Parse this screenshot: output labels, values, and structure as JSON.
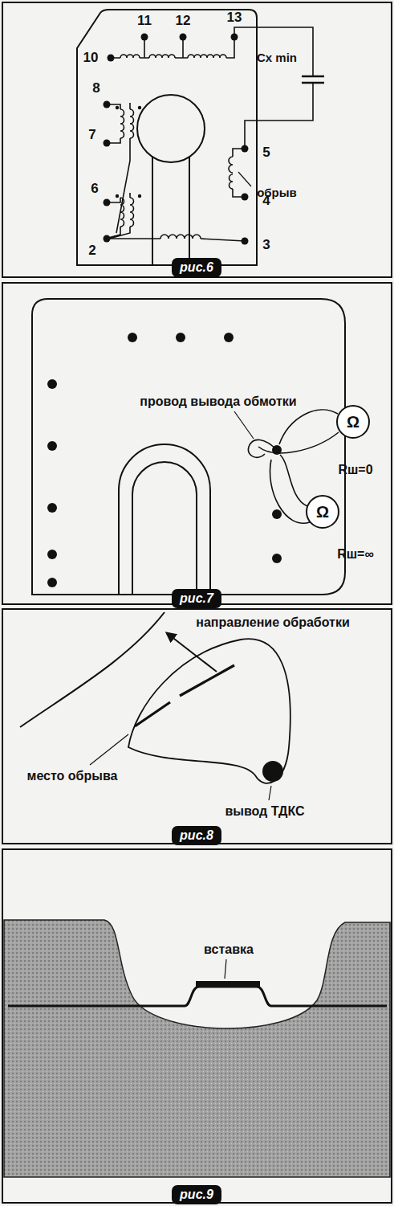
{
  "diagram": {
    "nodes": [
      {
        "text": [
          "рис.6"
        ]
      },
      {
        "text": [
          "Ω"
        ]
      },
      {
        "text": [
          "Ω"
        ]
      },
      {
        "text": [
          "рис.7"
        ]
      },
      {
        "text": [
          "рис.8"
        ]
      },
      {
        "text": [
          "рис.9"
        ]
      }
    ],
    "labels": [
      "10",
      "11",
      "12",
      "13",
      "8",
      "7",
      "6",
      "2",
      "5",
      "4",
      "3",
      "Cx min",
      "обрыв",
      "провод вывода обмотки",
      "Rш=0",
      "Rш=∞",
      "направление обработки",
      "место обрыва",
      "вывод ТДКС",
      "вставка"
    ]
  }
}
